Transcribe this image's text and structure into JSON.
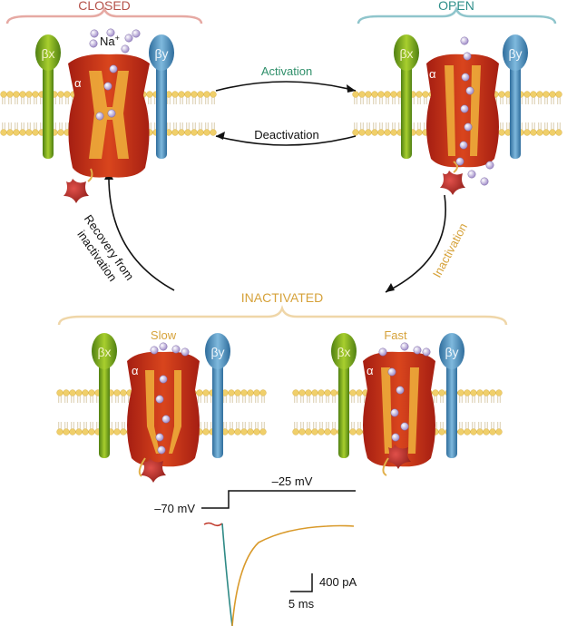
{
  "states": {
    "closed": "CLOSED",
    "open": "OPEN",
    "inactivated": "INACTIVATED",
    "slow": "Slow",
    "fast": "Fast"
  },
  "transitions": {
    "activation": "Activation",
    "deactivation": "Deactivation",
    "inactivation": "Inactivation",
    "recovery_line1": "Recovery from",
    "recovery_line2": "inactivation"
  },
  "subunits": {
    "alpha": "α",
    "beta_x": "βx",
    "beta_y": "βy",
    "sodium": "Na",
    "sodium_charge": "+"
  },
  "recording": {
    "holding_voltage": "–70 mV",
    "step_voltage": "–25 mV",
    "scale_current": "400 pA",
    "scale_time": "5 ms"
  },
  "colors": {
    "closed_label": "#b5524a",
    "open_label": "#2f8f8a",
    "inactivated_label": "#d6a23a",
    "activation_label": "#2f8f6a",
    "inactivation_label": "#d6a23a",
    "trace_orange": "#d99a2b",
    "trace_teal": "#2f8a86",
    "trace_red": "#c0392b"
  }
}
